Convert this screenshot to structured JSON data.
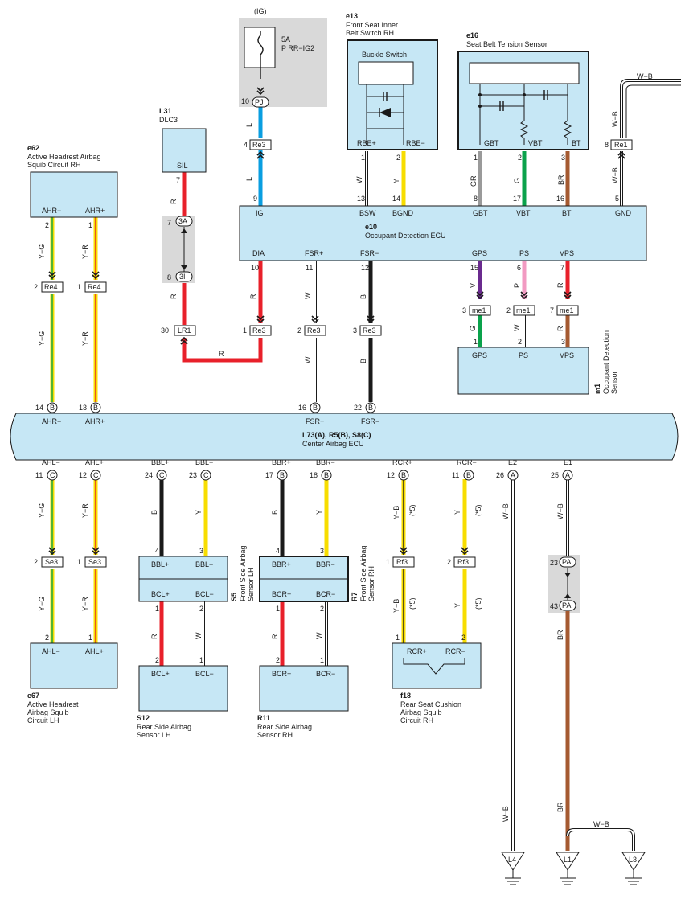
{
  "colors": {
    "module_fill": "#c6e7f5",
    "gray_area": "#d9d9d9",
    "wire_red": "#e8202a",
    "wire_black": "#1a1a1a",
    "wire_yellow": "#f7dd00",
    "wire_green": "#0aa24b",
    "wire_blue": "#0a9ee0",
    "wire_gray": "#9a9a9a",
    "wire_brown": "#a55a31",
    "wire_violet": "#6a2a8e",
    "wire_pink": "#f29ac2"
  },
  "ig": {
    "label": "(IG)",
    "fuse_amp": "5A",
    "fuse_name": "P RR−IG2",
    "pin": "10",
    "conn": "PJ"
  },
  "dlc3": {
    "code": "L31",
    "name": "DLC3",
    "term": "SIL",
    "pin": "7"
  },
  "junction_3": {
    "pin_top": "7",
    "top": "3A",
    "pin_bot": "8",
    "bot": "3I"
  },
  "lr1": {
    "pin": "30",
    "name": "LR1"
  },
  "e62": {
    "code": "e62",
    "name1": "Active Headrest Airbag",
    "name2": "Squib Circuit RH",
    "t1": "AHR−",
    "t2": "AHR+",
    "p1": "2",
    "p2": "1"
  },
  "re4": [
    {
      "pin": "2",
      "name": "Re4"
    },
    {
      "pin": "1",
      "name": "Re4"
    }
  ],
  "e13": {
    "code": "e13",
    "name1": "Front Seat Inner",
    "name2": "Belt Switch RH",
    "switch": "Buckle Switch",
    "t1": "RBE+",
    "t2": "RBE−",
    "p1": "1",
    "p2": "2"
  },
  "e16": {
    "code": "e16",
    "name": "Seat Belt Tension Sensor",
    "t1": "GBT",
    "t2": "VBT",
    "t3": "BT",
    "p1": "1",
    "p2": "2",
    "p3": "3"
  },
  "e10": {
    "code": "e10",
    "name": "Occupant Detection ECU",
    "top_terms": [
      "IG",
      "BSW",
      "BGND",
      "GBT",
      "VBT",
      "BT",
      "GND"
    ],
    "top_pins": [
      "9",
      "13",
      "14",
      "8",
      "17",
      "16",
      "5"
    ],
    "bot_terms": [
      "DIA",
      "FSR+",
      "FSR−",
      "GPS",
      "PS",
      "VPS"
    ],
    "bot_pins": [
      "10",
      "11",
      "12",
      "15",
      "6",
      "7"
    ]
  },
  "re3_top": {
    "pin": "4",
    "name": "Re3"
  },
  "re3_row": [
    {
      "pin": "1",
      "name": "Re3"
    },
    {
      "pin": "2",
      "name": "Re3"
    },
    {
      "pin": "3",
      "name": "Re3"
    }
  ],
  "re1": {
    "pin": "8",
    "name": "Re1"
  },
  "me1": [
    {
      "pin": "3",
      "name": "me1"
    },
    {
      "pin": "2",
      "name": "me1"
    },
    {
      "pin": "7",
      "name": "me1"
    }
  ],
  "m1": {
    "code": "m1",
    "name1": "Occupant Detection",
    "name2": "Sensor",
    "terms": [
      "GPS",
      "PS",
      "VPS"
    ],
    "pins": [
      "1",
      "2",
      "3"
    ]
  },
  "center_ecu": {
    "code": "L73(A), R5(B), S8(C)",
    "name": "Center Airbag ECU",
    "top": [
      {
        "pin": "14",
        "conn": "B",
        "term": "AHR−"
      },
      {
        "pin": "13",
        "conn": "B",
        "term": "AHR+"
      },
      {
        "pin": "16",
        "conn": "B",
        "term": "FSR+"
      },
      {
        "pin": "22",
        "conn": "B",
        "term": "FSR−"
      }
    ],
    "bottom": [
      {
        "pin": "11",
        "conn": "C",
        "term": "AHL−"
      },
      {
        "pin": "12",
        "conn": "C",
        "term": "AHL+"
      },
      {
        "pin": "24",
        "conn": "C",
        "term": "BBL+"
      },
      {
        "pin": "23",
        "conn": "C",
        "term": "BBL−"
      },
      {
        "pin": "17",
        "conn": "B",
        "term": "BBR+"
      },
      {
        "pin": "18",
        "conn": "B",
        "term": "BBR−"
      },
      {
        "pin": "12",
        "conn": "B",
        "term": "RCR+"
      },
      {
        "pin": "11",
        "conn": "B",
        "term": "RCR−"
      },
      {
        "pin": "26",
        "conn": "A",
        "term": "E2"
      },
      {
        "pin": "25",
        "conn": "A",
        "term": "E1"
      }
    ]
  },
  "se3": [
    {
      "pin": "2",
      "name": "Se3"
    },
    {
      "pin": "1",
      "name": "Se3"
    }
  ],
  "e67": {
    "code": "e67",
    "name1": "Active Headrest",
    "name2": "Airbag Squib",
    "name3": "Circuit LH",
    "t1": "AHL−",
    "t2": "AHL+",
    "p1": "2",
    "p2": "1"
  },
  "s5": {
    "code": "S5",
    "name1": "Front Side Airbag",
    "name2": "Sensor LH",
    "t": [
      "BBL+",
      "BBL−",
      "BCL+",
      "BCL−"
    ],
    "p": [
      "4",
      "3",
      "1",
      "2"
    ]
  },
  "s12": {
    "code": "S12",
    "name1": "Rear Side Airbag",
    "name2": "Sensor LH",
    "t": [
      "BCL+",
      "BCL−"
    ],
    "p": [
      "2",
      "1"
    ]
  },
  "r7": {
    "code": "R7",
    "name1": "Front Side Airbag",
    "name2": "Sensor RH",
    "t": [
      "BBR+",
      "BBR−",
      "BCR+",
      "BCR−"
    ],
    "p": [
      "4",
      "3",
      "1",
      "2"
    ]
  },
  "r11": {
    "code": "R11",
    "name1": "Rear Side Airbag",
    "name2": "Sensor RH",
    "t": [
      "BCR+",
      "BCR−"
    ],
    "p": [
      "2",
      "1"
    ]
  },
  "rf3": [
    {
      "pin": "1",
      "name": "Rf3"
    },
    {
      "pin": "2",
      "name": "Rf3"
    }
  ],
  "f18": {
    "code": "f18",
    "name1": "Rear Seat Cushion",
    "name2": "Airbag Squib",
    "name3": "Circuit RH",
    "t1": "RCR+",
    "t2": "RCR−",
    "p1": "1",
    "p2": "2"
  },
  "pa": [
    {
      "pin": "23",
      "name": "PA"
    },
    {
      "pin": "43",
      "name": "PA"
    }
  ],
  "grounds": [
    "L4",
    "L1",
    "L3"
  ],
  "wire_codes": {
    "l": "L",
    "r": "R",
    "w": "W",
    "y": "Y",
    "b": "B",
    "g": "G",
    "v": "V",
    "p": "P",
    "gr": "GR",
    "br": "BR",
    "yg": "Y−G",
    "yr": "Y−R",
    "yb": "Y−B",
    "wb": "W−B",
    "note5": "(*5)"
  }
}
